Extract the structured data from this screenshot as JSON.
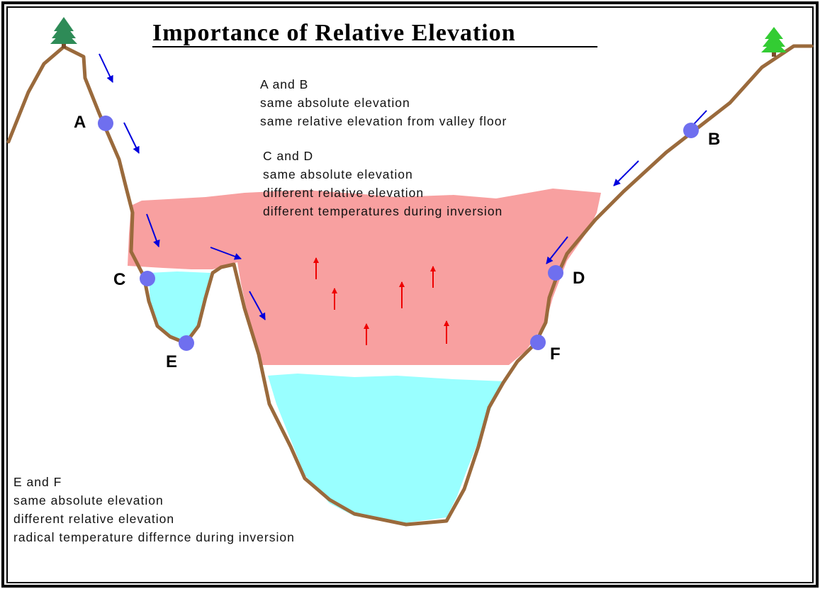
{
  "title": "Importance of Relative Elevation",
  "notes": {
    "ab": {
      "heading": "A and B",
      "line1": "same absolute elevation",
      "line2": "same relative elevation from valley floor"
    },
    "cd": {
      "heading": "C and D",
      "line1": "same absolute elevation",
      "line2": "different relative elevation",
      "line3": "different temperatures during inversion"
    },
    "ef": {
      "heading": "E and F",
      "line1": "same absolute elevation",
      "line2": "different relative elevation",
      "line3": "radical temperature differnce during inversion"
    }
  },
  "points": {
    "a": "A",
    "b": "B",
    "c": "C",
    "d": "D",
    "e": "E",
    "f": "F"
  },
  "colors": {
    "terrain": "#9a6a3c",
    "warm_layer": "#f8a0a0",
    "cold_pool": "#99ffff",
    "point": "#6f6fef",
    "downslope_arrow": "#0000dd",
    "updraft_arrow": "#ee0000",
    "tree_left": "#2e8b57",
    "tree_right": "#33cc33"
  },
  "icons": {
    "tree_left": "pine-tree-icon",
    "tree_right": "pine-tree-icon"
  }
}
